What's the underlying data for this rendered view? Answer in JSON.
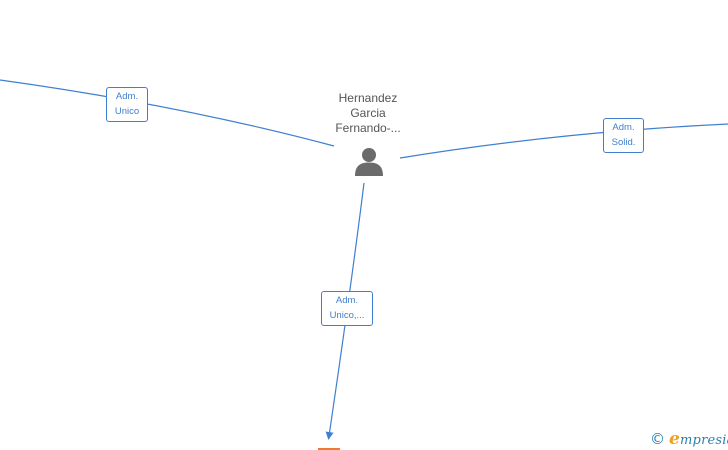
{
  "center_node": {
    "name_lines": [
      "Hernandez",
      "Garcia",
      "Fernando-..."
    ],
    "icon": "person-icon"
  },
  "edges": [
    {
      "label_lines": [
        "Adm.",
        "Unico"
      ]
    },
    {
      "label_lines": [
        "Adm.",
        "Solid."
      ]
    },
    {
      "label_lines": [
        "Adm.",
        "Unico,..."
      ]
    }
  ],
  "watermark": {
    "copyright_symbol": "©",
    "brand_first": "e",
    "brand_rest": "mpresia"
  },
  "colors": {
    "edge": "#3f7fd0",
    "node_text": "#555555",
    "icon": "#6b6b6b",
    "marker": "#f07a2c",
    "brand": "#2d7fae",
    "brand_accent": "#f0a020"
  }
}
